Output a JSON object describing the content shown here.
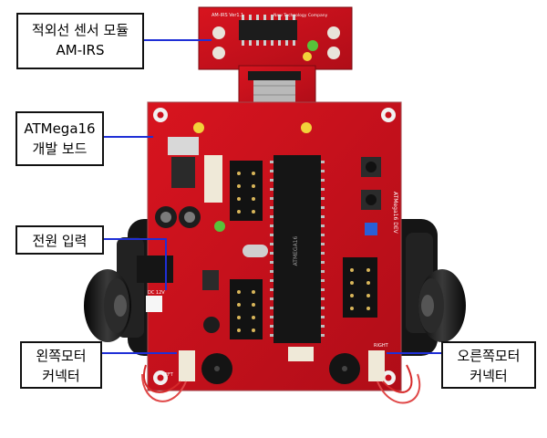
{
  "callouts": {
    "irs": {
      "line1": "적외선 센서 모듈",
      "line2": "AM-IRS"
    },
    "board": {
      "line1": "ATMega16",
      "line2": "개발 보드"
    },
    "power": {
      "line1": "전원 입력"
    },
    "left_motor": {
      "line1": "왼쪽모터",
      "line2": "커넥터"
    },
    "right_motor": {
      "line1": "오른쪽모터",
      "line2": "커넥터"
    }
  },
  "board_silkscreen": {
    "sensor_title": "AM-IRS Ver1.1",
    "sensor_company": "New Technology Company",
    "board_title": "ATMega16 DEV",
    "mcu_label": "ATMEGA16",
    "connector_left": "LEFT",
    "connector_right": "RIGHT",
    "dc_label": "DC 12V"
  },
  "colors": {
    "pcb": "#c8101c",
    "pcb_dark": "#8e0a12",
    "leader_line": "#1f2fd6",
    "tire": "#1a1a1a",
    "background": "#ffffff"
  }
}
